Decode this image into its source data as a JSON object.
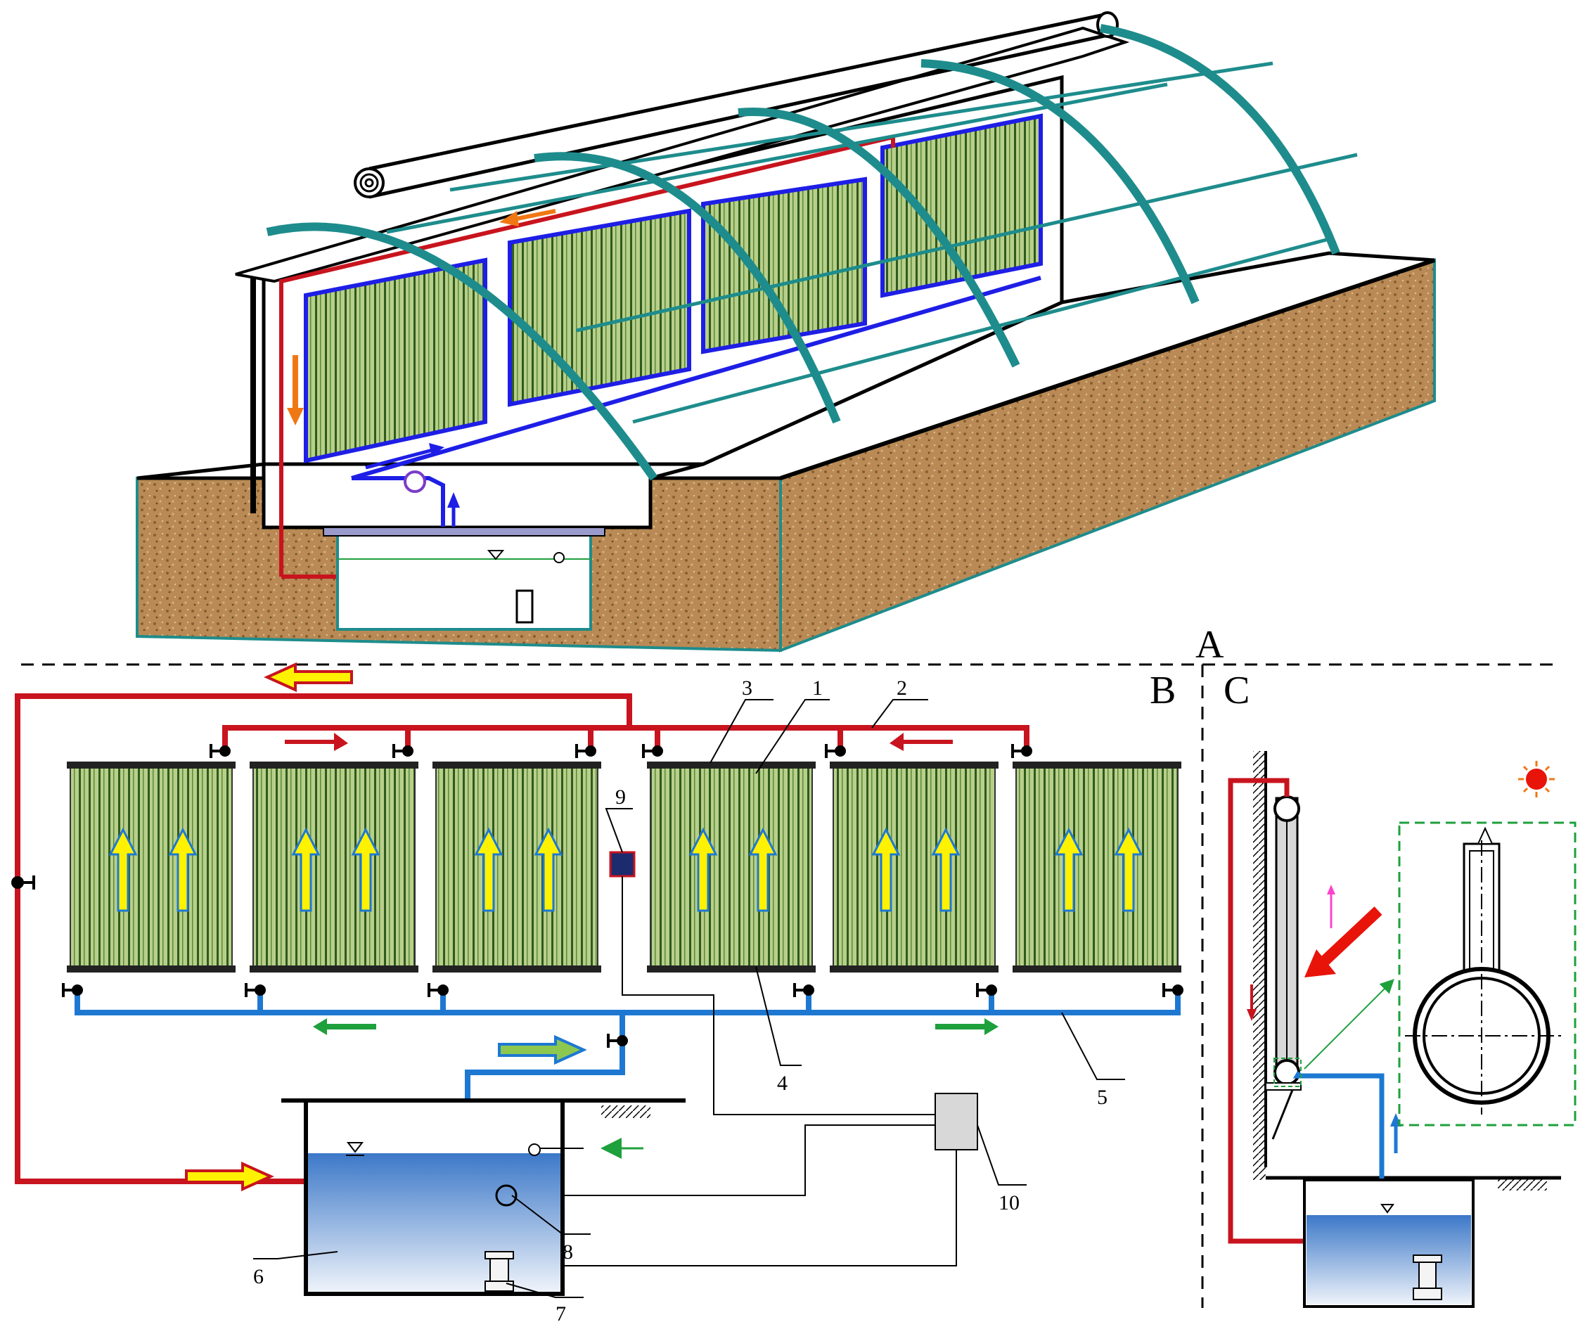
{
  "panels": {
    "a": "A",
    "b": "B",
    "c": "C"
  },
  "callouts": {
    "n1": "1",
    "n2": "2",
    "n3": "3",
    "n4": "4",
    "n5": "5",
    "n6": "6",
    "n7": "7",
    "n8": "8",
    "n9": "9",
    "n10": "10"
  },
  "colors": {
    "hot_pipe": "#c8141e",
    "cold_pipe": "#1e78d2",
    "greenhouse_pipe": "#1e1ee6",
    "panel_fill": "#b8cf8a",
    "panel_stripe": "#2f5a1e",
    "arch": "#1e8c8c",
    "soil": "#b98a55",
    "water_top": "#3c78c8",
    "water_bottom": "#e6eef8",
    "flow_arrow_fill": "#fff200",
    "orange_arrow": "#f07814",
    "green_arrow": "#1ea03c"
  }
}
